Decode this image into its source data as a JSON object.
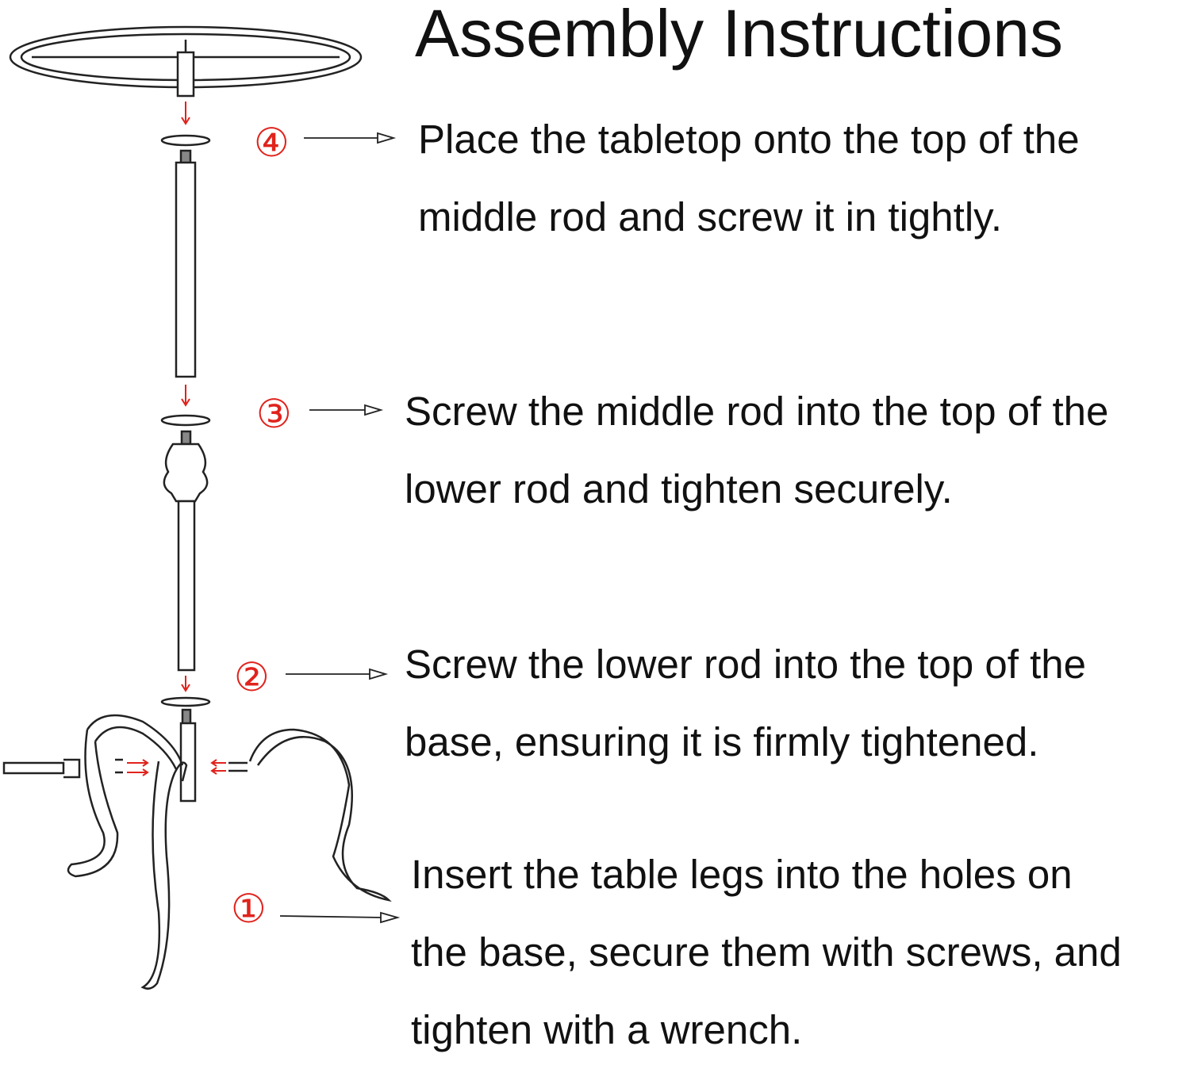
{
  "title": "Assembly Instructions",
  "steps": [
    {
      "number": "④",
      "lines": [
        "Place the tabletop onto the top of the",
        "middle rod and screw it in tightly."
      ]
    },
    {
      "number": "③",
      "lines": [
        "Screw the middle rod into the top of the",
        "lower rod and tighten securely."
      ]
    },
    {
      "number": "②",
      "lines": [
        "Screw the lower rod into the top of the",
        "base, ensuring it is firmly tightened."
      ]
    },
    {
      "number": "①",
      "lines": [
        "Insert the table legs into the holes on",
        "the base, secure them with screws, and",
        "tighten with a wrench."
      ]
    }
  ],
  "colors": {
    "accent": "#e0231c",
    "line": "#222222"
  }
}
